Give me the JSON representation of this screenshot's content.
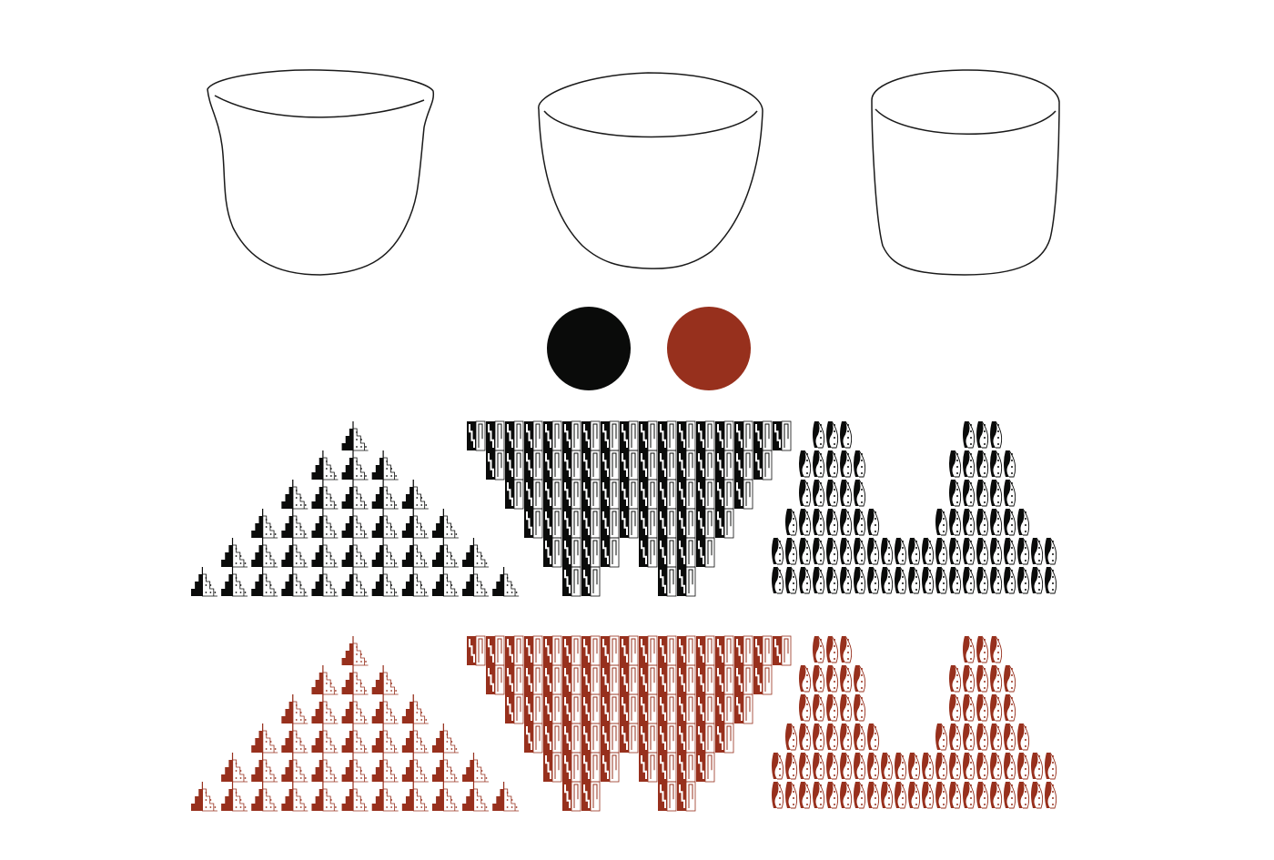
{
  "palette": {
    "background": "#ffffff",
    "outline": "#1a1a1a",
    "black": "#0a0b0a",
    "red": "#97301d"
  },
  "vessels": [
    {
      "name": "flared-rim-jar"
    },
    {
      "name": "hemispherical-bowl"
    },
    {
      "name": "cylindrical-cup"
    }
  ],
  "swatches": [
    {
      "name": "black-color-swatch",
      "color_key": "black"
    },
    {
      "name": "red-color-swatch",
      "color_key": "red"
    }
  ],
  "pattern_rows": [
    {
      "name": "black-pattern-row",
      "color_key": "black"
    },
    {
      "name": "red-pattern-row",
      "color_key": "red"
    }
  ],
  "patterns": [
    {
      "name": "stepped-triangle-pattern",
      "shape": "triangle",
      "motif": "stepped-fret"
    },
    {
      "name": "inverted-w-pattern",
      "shape": "inverted-w",
      "motif": "scroll-key"
    },
    {
      "name": "double-hump-pattern",
      "shape": "double-hump",
      "motif": "interlock-wave"
    }
  ]
}
